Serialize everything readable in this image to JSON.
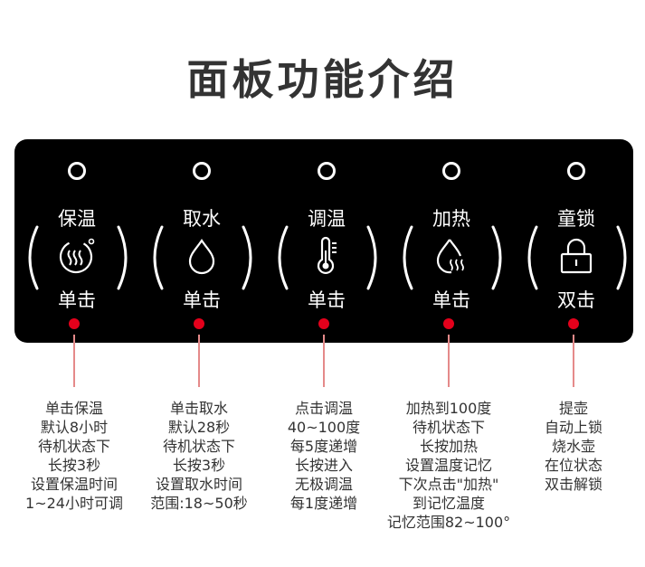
{
  "title": "面板功能介绍",
  "colors": {
    "panel": "#000000",
    "accent_red": "#e4001b",
    "text": "#333333"
  },
  "buttons": [
    {
      "top_label": "保温",
      "bottom_label": "单击",
      "icon": "steam-cup-icon",
      "description": [
        "单击保温",
        "默认8小时",
        "待机状态下",
        "长按3秒",
        "设置保温时间",
        "1~24小时可调"
      ]
    },
    {
      "top_label": "取水",
      "bottom_label": "单击",
      "icon": "water-drop-icon",
      "description": [
        "单击取水",
        "默认28秒",
        "待机状态下",
        "长按3秒",
        "设置取水时间",
        "范围:18~50秒"
      ]
    },
    {
      "top_label": "调温",
      "bottom_label": "单击",
      "icon": "thermometer-icon",
      "description": [
        "点击调温",
        "40~100度",
        "每5度递增",
        "长按进入",
        "无极调温",
        "每1度递增"
      ]
    },
    {
      "top_label": "加热",
      "bottom_label": "单击",
      "icon": "heating-drop-icon",
      "description": [
        "加热到100度",
        "待机状态下",
        "长按加热",
        "设置温度记忆",
        "下次点击\"加热\"",
        "到记忆温度",
        "记忆范围82~100°"
      ]
    },
    {
      "top_label": "童锁",
      "bottom_label": "双击",
      "icon": "padlock-icon",
      "description": [
        "提壶",
        "自动上锁",
        "烧水壶",
        "在位状态",
        "双击解锁"
      ]
    }
  ]
}
